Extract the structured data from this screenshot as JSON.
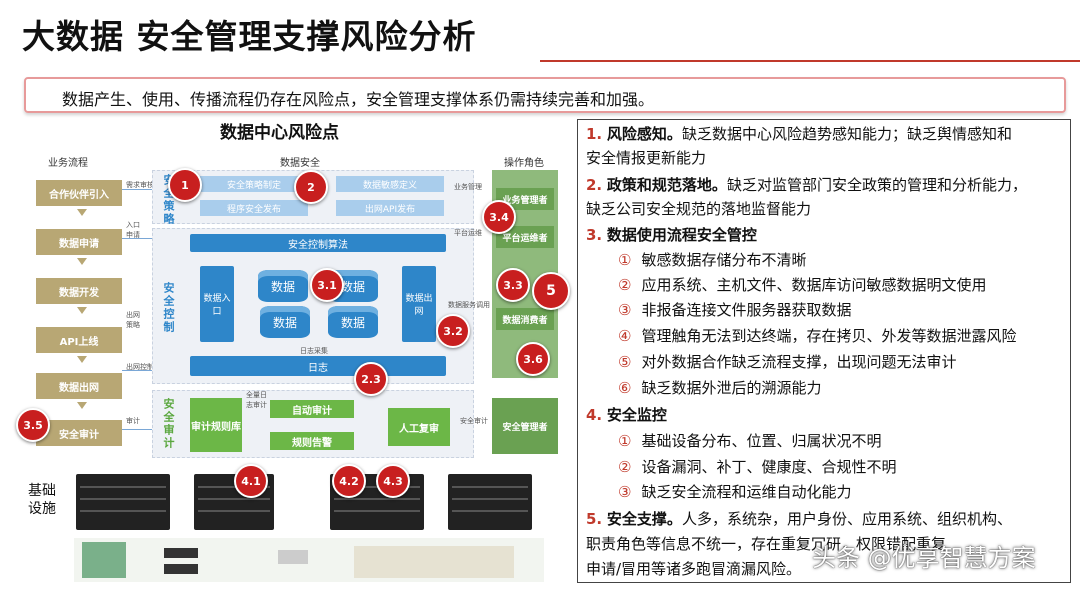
{
  "title": "大数据 安全管理支撑风险分析",
  "subtitle": "数据产生、使用、传播流程仍存在风险点，安全管理支撑体系仍需持续完善和加强。",
  "diagram": {
    "title": "数据中心风险点",
    "headers": {
      "flow": "业务流程",
      "security": "数据安全",
      "roles": "操作角色"
    },
    "flow_steps": [
      "合作伙伴引入",
      "数据申请",
      "数据开发",
      "API上线",
      "数据出网",
      "安全审计"
    ],
    "flow_edge_labels": [
      "需求审核",
      "入口\n申请",
      "出网\n策略",
      "出网控制",
      "审计"
    ],
    "policy_label": "安全策略",
    "policy_items": [
      "安全策略制定",
      "数据敏感定义",
      "程序安全发布",
      "出网API发布"
    ],
    "control_label": "安全控制",
    "control_algo": "安全控制算法",
    "data_in": "数据入口",
    "data_out": "数据出网",
    "db_labels": [
      "数据",
      "数据",
      "数据",
      "数据"
    ],
    "log_label": "日志",
    "log_collect": "日志采集",
    "audit_label": "安全审计",
    "audit_rule_lib": "审计规则库",
    "auto_audit": "自动审计",
    "rule_alert": "规则告警",
    "manual_review": "人工复审",
    "full_log_audit": "全量日\n志审计",
    "role_labels": [
      "业务管理",
      "平台运维",
      "数据服务调用",
      "安全审计"
    ],
    "roles": [
      "业务管理者",
      "平台运维者",
      "数据消费者",
      "安全管理者"
    ],
    "infra_label": "基础\n设施",
    "badges": [
      "1",
      "2",
      "3.4",
      "3.1",
      "3.3",
      "5",
      "3.2",
      "3.6",
      "2.3",
      "3.5",
      "4.1",
      "4.2",
      "4.3"
    ]
  },
  "risks": [
    {
      "num": "1.",
      "head": "风险感知。",
      "text": "缺乏数据中心风险趋势感知能力；缺乏舆情感知和",
      "cont": "安全情报更新能力",
      "subs": []
    },
    {
      "num": "2.",
      "head": "政策和规范落地。",
      "text": "缺乏对监管部门安全政策的管理和分析能力，",
      "cont": "缺乏公司安全规范的落地监督能力",
      "subs": []
    },
    {
      "num": "3.",
      "head": "数据使用流程安全管控",
      "text": "",
      "cont": "",
      "subs": [
        {
          "mark": "①",
          "text": "敏感数据存储分布不清晰"
        },
        {
          "mark": "②",
          "text": "应用系统、主机文件、数据库访问敏感数据明文使用"
        },
        {
          "mark": "③",
          "text": "非报备连接文件服务器获取数据"
        },
        {
          "mark": "④",
          "text": "管理触角无法到达终端，存在拷贝、外发等数据泄露风险"
        },
        {
          "mark": "⑤",
          "text": "对外数据合作缺乏流程支撑，出现问题无法审计"
        },
        {
          "mark": "⑥",
          "text": "缺乏数据外泄后的溯源能力"
        }
      ]
    },
    {
      "num": "4.",
      "head": "安全监控",
      "text": "",
      "cont": "",
      "subs": [
        {
          "mark": "①",
          "text": "基础设备分布、位置、归属状况不明"
        },
        {
          "mark": "②",
          "text": "设备漏洞、补丁、健康度、合规性不明"
        },
        {
          "mark": "③",
          "text": "缺乏安全流程和运维自动化能力"
        }
      ]
    },
    {
      "num": "5.",
      "head": "安全支撑。",
      "text": "人多，系统杂，用户身份、应用系统、组织机构、",
      "cont": "职责角色等信息不统一，存在重复冗研，权限错配重复",
      "cont2": "申请/冒用等诸多跑冒滴漏风险。",
      "subs": []
    }
  ],
  "watermark": "头条 @优享智慧方案"
}
